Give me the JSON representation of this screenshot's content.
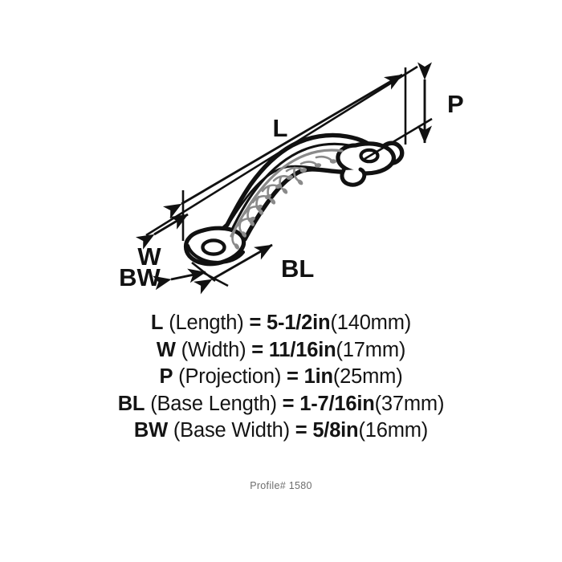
{
  "drawing": {
    "title": "cabinet-pull-isometric-drawing",
    "stroke_color": "#111111",
    "detail_color": "#8a8a8a",
    "background": "#ffffff",
    "dimension_labels": [
      {
        "key": "L",
        "text": "L"
      },
      {
        "key": "W",
        "text": "W"
      },
      {
        "key": "P",
        "text": "P"
      },
      {
        "key": "BL",
        "text": "BL"
      },
      {
        "key": "BW",
        "text": "BW"
      }
    ]
  },
  "specs": [
    {
      "symbol": "L",
      "name": " (Length) ",
      "value": "= 5-1/2in",
      "metric": "(140mm)"
    },
    {
      "symbol": "W",
      "name": " (Width) ",
      "value": "= 11/16in",
      "metric": "(17mm)"
    },
    {
      "symbol": "P",
      "name": " (Projection) ",
      "value": "= 1in",
      "metric": "(25mm)"
    },
    {
      "symbol": "BL",
      "name": " (Base Length) ",
      "value": "= 1-7/16in",
      "metric": "(37mm)"
    },
    {
      "symbol": "BW",
      "name": " (Base Width) ",
      "value": "= 5/8in",
      "metric": "(16mm)"
    }
  ],
  "footer": {
    "profile": "Profile# 1580"
  }
}
